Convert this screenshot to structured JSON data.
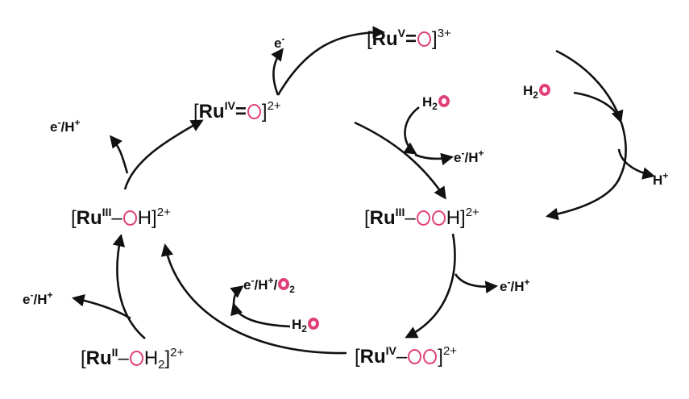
{
  "species": {
    "ru5_oxo": {
      "label": "Ru",
      "ox": "V",
      "bond": "=",
      "charge": "3+"
    },
    "ru4_oxo": {
      "label": "Ru",
      "ox": "IV",
      "bond": "=",
      "charge": "2+"
    },
    "ru3_oh": {
      "label": "Ru",
      "ox": "III",
      "bond": "–",
      "h": "H",
      "charge": "2+"
    },
    "ru3_ooh": {
      "label": "Ru",
      "ox": "III",
      "bond": "–",
      "h": "H",
      "charge": "2+"
    },
    "ru2_oh2": {
      "label": "Ru",
      "ox": "II",
      "bond": "–",
      "h": "H",
      "sub": "2",
      "charge": "2+"
    },
    "ru4_oo": {
      "label": "Ru",
      "ox": "IV",
      "bond": "–",
      "charge": "2+"
    }
  },
  "reagents": {
    "e_top": {
      "e": "e",
      "minus": "-"
    },
    "eh_left": {
      "e": "e",
      "minus": "-",
      "rest": "/H",
      "plus": "+"
    },
    "eh_center": {
      "e": "e",
      "minus": "-",
      "rest": "/H",
      "plus": "+"
    },
    "eh_right_mid": {
      "e": "e",
      "minus": "-",
      "rest": "/H",
      "plus": "+"
    },
    "eh_bottom_left": {
      "e": "e",
      "minus": "-",
      "rest": "/H",
      "plus": "+"
    },
    "eh_o2": {
      "e": "e",
      "minus": "-",
      "rest": "/H",
      "plus": "+",
      "sep": "/"
    },
    "h_plus": {
      "h": "H",
      "plus": "+"
    },
    "h2o_center": {
      "h": "H",
      "sub": "2"
    },
    "h2o_right": {
      "h": "H",
      "sub": "2"
    },
    "h2o_bottom": {
      "h": "H",
      "sub": "2"
    }
  },
  "colors": {
    "oxygen": "#e0407a",
    "ink": "#111111"
  }
}
